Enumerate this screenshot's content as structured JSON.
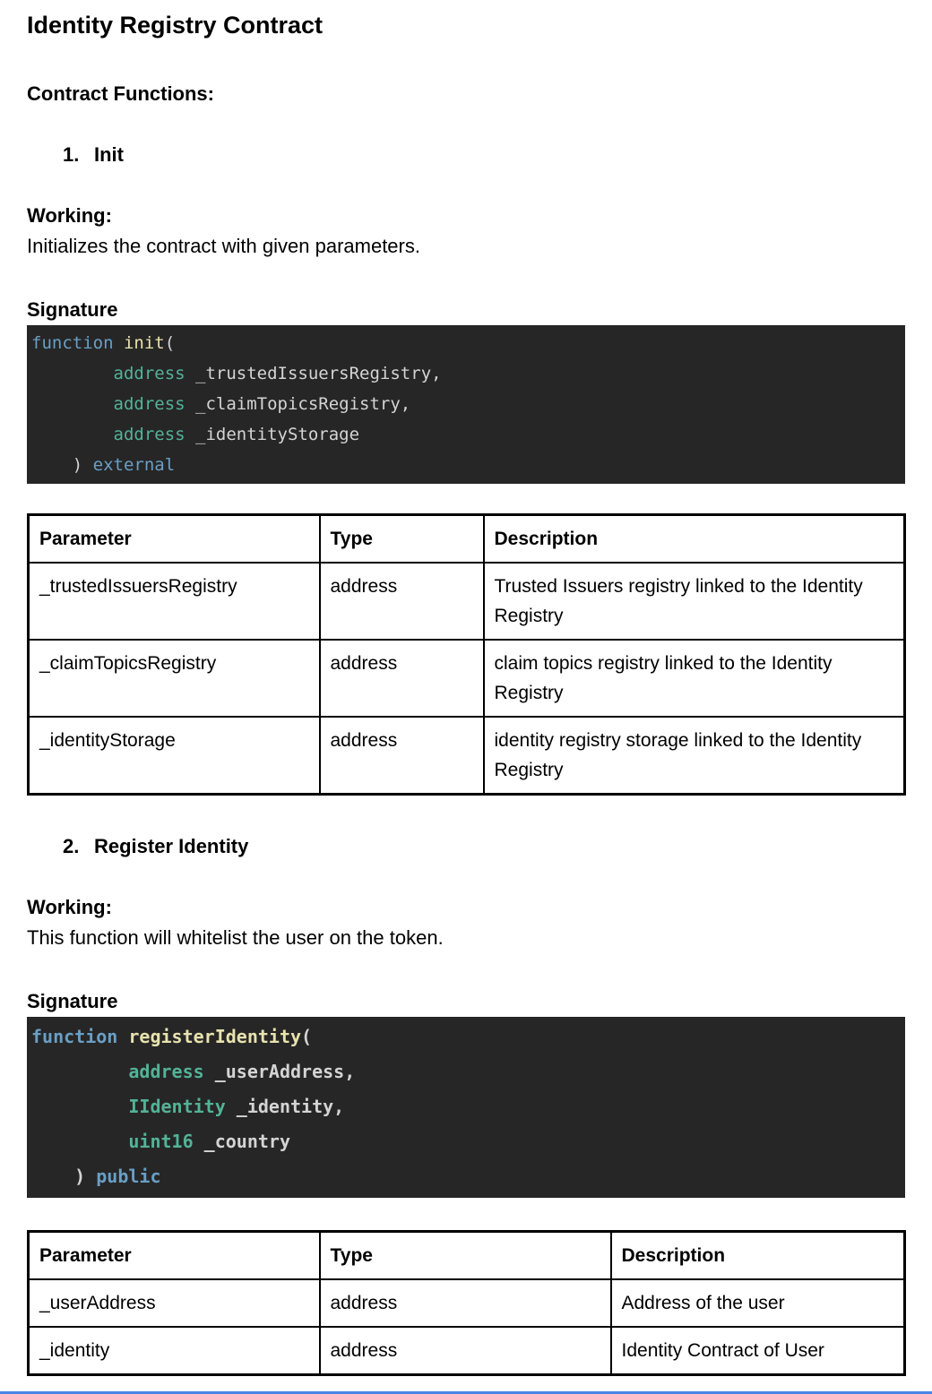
{
  "doc": {
    "title": "Identity Registry Contract",
    "functions_heading": "Contract Functions:"
  },
  "code_style": {
    "background": "#262626",
    "keyword_color": "#6a9fc5",
    "function_name_color": "#e8e2ae",
    "type_color": "#53b397",
    "plain_color": "#d4d4d4"
  },
  "accent_line_color": "#4a86e8",
  "functions": [
    {
      "number": "1.",
      "name": "Init",
      "working_label": "Working:",
      "working_text": "Initializes the contract with given parameters.",
      "signature_label": "Signature",
      "code": [
        [
          {
            "t": "function",
            "c": "kw"
          },
          {
            "t": " ",
            "c": "plain"
          },
          {
            "t": "init",
            "c": "fn"
          },
          {
            "t": "(",
            "c": "plain"
          }
        ],
        [
          {
            "t": "        ",
            "c": "plain"
          },
          {
            "t": "address",
            "c": "type"
          },
          {
            "t": " _trustedIssuersRegistry,",
            "c": "plain"
          }
        ],
        [
          {
            "t": "        ",
            "c": "plain"
          },
          {
            "t": "address",
            "c": "type"
          },
          {
            "t": " _claimTopicsRegistry,",
            "c": "plain"
          }
        ],
        [
          {
            "t": "        ",
            "c": "plain"
          },
          {
            "t": "address",
            "c": "type"
          },
          {
            "t": " _identityStorage",
            "c": "plain"
          }
        ],
        [
          {
            "t": "    ) ",
            "c": "plain"
          },
          {
            "t": "external",
            "c": "kw"
          }
        ]
      ],
      "table": {
        "headers": [
          "Parameter",
          "Type",
          "Description"
        ],
        "rows": [
          [
            "_trustedIssuersRegistry",
            "address",
            "Trusted Issuers registry linked to the Identity Registry"
          ],
          [
            "_claimTopicsRegistry",
            "address",
            "claim topics registry linked to the Identity Registry"
          ],
          [
            "_identityStorage",
            "address",
            "identity registry storage linked to the Identity Registry"
          ]
        ]
      }
    },
    {
      "number": "2.",
      "name": "Register Identity",
      "working_label": "Working:",
      "working_text": "This function will whitelist the user on the token.",
      "signature_label": "Signature",
      "code": [
        [
          {
            "t": "function",
            "c": "kw"
          },
          {
            "t": " ",
            "c": "plain"
          },
          {
            "t": "registerIdentity",
            "c": "fn"
          },
          {
            "t": "(",
            "c": "plain"
          }
        ],
        [
          {
            "t": "         ",
            "c": "plain"
          },
          {
            "t": "address",
            "c": "type"
          },
          {
            "t": " _userAddress,",
            "c": "plain"
          }
        ],
        [
          {
            "t": "         ",
            "c": "plain"
          },
          {
            "t": "IIdentity",
            "c": "type"
          },
          {
            "t": " _identity,",
            "c": "plain"
          }
        ],
        [
          {
            "t": "         ",
            "c": "plain"
          },
          {
            "t": "uint16",
            "c": "type"
          },
          {
            "t": " _country",
            "c": "plain"
          }
        ],
        [
          {
            "t": "    ) ",
            "c": "plain"
          },
          {
            "t": "public",
            "c": "kw"
          }
        ]
      ],
      "table": {
        "headers": [
          "Parameter",
          "Type",
          "Description"
        ],
        "rows": [
          [
            "_userAddress",
            "address",
            "Address of the user"
          ],
          [
            "_identity",
            "address",
            "Identity Contract of User"
          ]
        ]
      }
    }
  ]
}
